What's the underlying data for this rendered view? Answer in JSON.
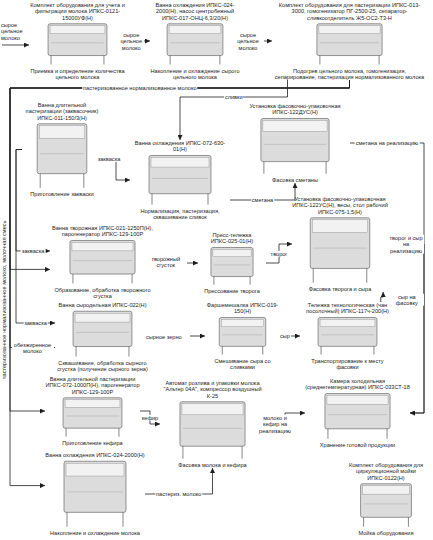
{
  "diagram": {
    "nodes": [
      {
        "text": [
          "Комплект оборудования для учета и фильтрации молока ИПКС-0121-15000УФ(Н)",
          "Приемка и определение количества цельного молока"
        ]
      },
      {
        "text": [
          "Ванна охлаждения ИПКС-024-2000(Н), насос центробежный ИПКС-017-ОНЦ-6,3/20(Н)",
          "Накопление и охлаждение сырого цельного молока"
        ]
      },
      {
        "text": [
          "Комплект оборудования для пастеризации ИПКС-013-3000, гомогенизатор ПГ-2500-25, сепаратор-сливкоотделитель Ж5-ОС2-Т3-Н",
          "Подогрев цельного молока, гомогенизация, сепарирование, пастеризация нормализованного молока"
        ]
      },
      {
        "text": [
          "Ванна длительной пастеризации (заквасочник) ИПКС-011-150/3(Н)",
          "Приготовление закваски"
        ]
      },
      {
        "text": [
          "Ванна охлаждения ИПКС-072-630-01(Н)",
          "Нормализация, пастеризация, сквашивание сливок"
        ]
      },
      {
        "text": [
          "Установка фасовочно-упаковочная ИПКС-122ДУС(Н)",
          "Фасовка сметаны"
        ]
      },
      {
        "text": [
          "Ванна творожная ИПКС-021-1250П(Н), парогенератор ИПКС-129-100Р",
          "Образование, обработка творожного сгустка"
        ]
      },
      {
        "text": [
          "Пресс-тележка ИПКС-025-01(Н)",
          "Прессование творога"
        ]
      },
      {
        "text": [
          "Установка фасовочно-упаковочная ИПКС-122УС(Н), весы, стол рабочий ИПКС-075-1,5(Н)",
          "Фасовка творога и сыра"
        ]
      },
      {
        "text": [
          "Ванна сыродельная ИПКС-022(Н)",
          "Сквашивание, обработка сырного сгустка (получение сырного зерна)"
        ]
      },
      {
        "text": [
          "Фаршемешалка ИПКС-019-150(Н)",
          "Смешивание сыра со сливками"
        ]
      },
      {
        "text": [
          "Тележка технологическая (чан посолочный) ИПКС-117ч-200(Н)",
          "Транспортирование к месту фасовки"
        ]
      },
      {
        "text": [
          "Ванна длительной пастеризации ИПКС-072-1000П(Н), парогенератор ИПКС-129-100Р",
          "Приготовление кефира"
        ]
      },
      {
        "text": [
          "Автомат розлива и упаковки молока \"Альтер 04А\", компрессор воздушный К-25",
          "Фасовка молока и кефира"
        ]
      },
      {
        "text": [
          "Камера холодильная (среднетемпературная) ИПКС-033СТ-18",
          "Хранение готовой продукции"
        ]
      },
      {
        "text": [
          "Комплект оборудования для циркуляционной мойки ИПКС-0122(Н)",
          "Мойка оборудования"
        ]
      },
      {
        "text": [
          "Ванна охлаждения ИПКС-024-2000(Н)",
          "Накопление и охлаждение молока"
        ]
      }
    ],
    "edges": [
      {
        "from": 0,
        "to": 1,
        "label": "сырое цельное молоко",
        "arrow": "to"
      },
      {
        "from": 1,
        "to": 2,
        "label": "сырое цельное молоко",
        "arrow": "to"
      },
      {
        "from": 2,
        "to": 6,
        "label": "пастеризованное нормализованное молоко",
        "arrow": "to"
      },
      {
        "from": 2,
        "to": 9,
        "label": "обезжиренное молоко",
        "arrow": "to"
      },
      {
        "from": 2,
        "to": 12,
        "arrow": "to"
      },
      {
        "from": 2,
        "to": 16,
        "arrow": "to"
      },
      {
        "from": 2,
        "to": 4,
        "label": "сливки",
        "arrow": "to"
      },
      {
        "from": 3,
        "to": 4,
        "label": "закваска",
        "arrow": "to"
      },
      {
        "from": 4,
        "to": 5,
        "label": "сметана",
        "arrow": "to"
      },
      {
        "from": 5,
        "to": 14,
        "label": "сметана на реализацию",
        "arrow": "to"
      },
      {
        "from": 3,
        "to": 6,
        "label": "закваска",
        "arrow": "to"
      },
      {
        "from": 3,
        "to": 9,
        "label": "закваска",
        "arrow": "to"
      },
      {
        "from": 6,
        "to": 7,
        "label": "творожный сгусток",
        "arrow": "to"
      },
      {
        "from": 7,
        "to": 8,
        "label": "творог",
        "arrow": "to"
      },
      {
        "from": 8,
        "to": 14,
        "label": "творог и сыр на реализацию",
        "arrow": "to"
      },
      {
        "from": 9,
        "to": 10,
        "label": "сырное зерно",
        "arrow": "to"
      },
      {
        "from": 10,
        "to": 11,
        "label": "сыр",
        "arrow": "to"
      },
      {
        "from": 11,
        "to": 8,
        "label": "сыр на фасовку",
        "arrow": "to"
      },
      {
        "from": 12,
        "to": 13,
        "label": "кефир",
        "arrow": "to"
      },
      {
        "from": 13,
        "to": 14,
        "label": "молоко и кефир на реализацию",
        "arrow": "to"
      },
      {
        "from": 16,
        "to": 13,
        "label": "пастериз. молоко",
        "arrow": "to"
      }
    ],
    "labels": [
      "сырое цельное молоко",
      "пастеризованное нормализованное молоко, молочная смесь"
    ]
  }
}
